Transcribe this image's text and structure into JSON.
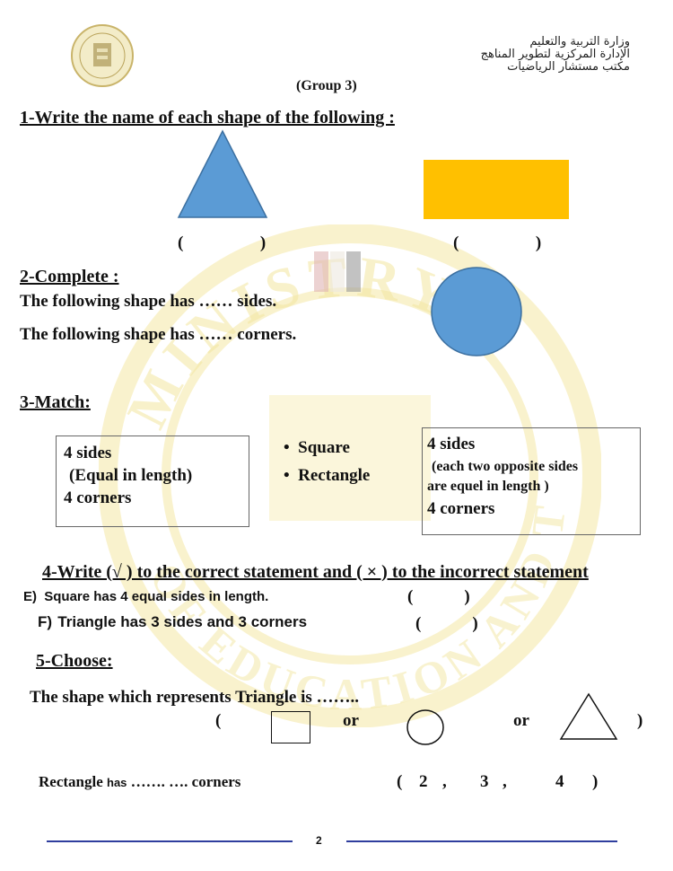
{
  "header": {
    "ministry_lines": [
      "وزارة التربية والتعليم",
      "الإدارة المركزية لتطوير المناهج",
      "مكتب مستشار الرياضيات"
    ],
    "group_label": "(Group 3)"
  },
  "q1": {
    "title": "1-Write the name of each shape of the following :",
    "answer_left": "(                  )",
    "answer_right": "(                  )",
    "triangle_color": "#5b9bd5",
    "rectangle_color": "#ffc000"
  },
  "q2": {
    "title": "2-Complete :",
    "line1": "The following shape has …… sides.",
    "line2": "The following shape has …… corners.",
    "circle_color": "#5b9bd5"
  },
  "q3": {
    "title": "3-Match:",
    "left_box": {
      "line1": "4 sides",
      "line2": "(Equal in length)",
      "line3": "4 corners"
    },
    "options": [
      "Square",
      "Rectangle"
    ],
    "right_box": {
      "line1": "4 sides",
      "line2": "(each two opposite sides",
      "line3": "are equel in length )",
      "line4": "4 corners"
    }
  },
  "q4": {
    "title": "4-Write (√ ) to the correct statement and ( × ) to the incorrect statement",
    "e_label": "E)",
    "e_text": "Square has 4 equal sides in length.",
    "e_brackets": "(            )",
    "f_label": "F)",
    "f_text": "Triangle has 3 sides and 3 corners",
    "f_brackets": "(            )"
  },
  "q5": {
    "title": "5-Choose:",
    "question": "The shape which represents Triangle is ……..",
    "open_paren": "(",
    "or1": "or",
    "or2": "or",
    "close_paren": ")",
    "rect_q_pre": "Rectangle",
    "rect_q_has": "has",
    "rect_q_post": "……. …. corners",
    "choice_paren_open": "(",
    "choice_paren_close": ")",
    "choices": [
      "2",
      ",",
      "3",
      ",",
      "4"
    ]
  },
  "footer": {
    "page_number": "2",
    "line_color": "#2f3e9e"
  },
  "watermark": {
    "top_text": "MINISTRY",
    "side_text": "EDUCATI",
    "bottom_text": "OF EDUCATION AND TECHNIC",
    "color": "#f4e7a4"
  }
}
